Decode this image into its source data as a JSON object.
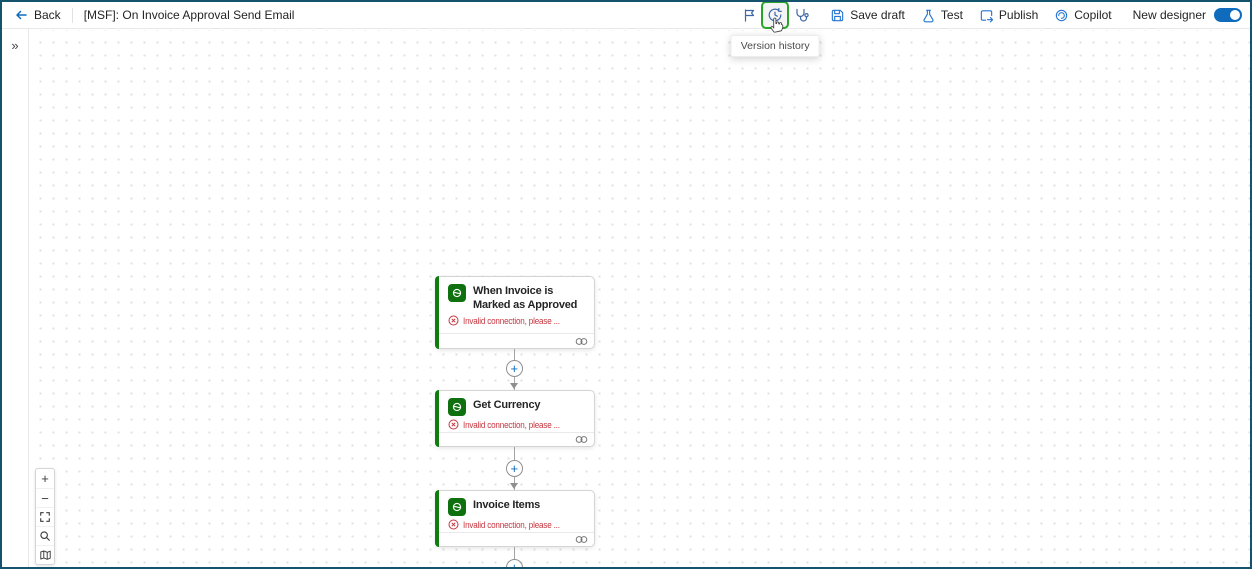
{
  "topbar": {
    "back_label": "Back",
    "flow_title": "[MSF]: On Invoice Approval Send Email",
    "save_draft_label": "Save draft",
    "test_label": "Test",
    "publish_label": "Publish",
    "copilot_label": "Copilot",
    "new_designer_label": "New designer",
    "new_designer_state": "on",
    "icon_buttons": [
      "feedback",
      "version-history",
      "flow-checker"
    ]
  },
  "tooltip": {
    "text": "Version history"
  },
  "rail": {
    "expand_glyph": "»"
  },
  "flow": {
    "add_glyph": "+",
    "nodes": [
      {
        "title": "When Invoice is Marked as Approved",
        "error": "Invalid connection, please ...",
        "icon": "dataverse"
      },
      {
        "title": "Get Currency",
        "error": "Invalid connection, please ...",
        "icon": "dataverse"
      },
      {
        "title": "Invoice Items",
        "error": "Invalid connection, please ...",
        "icon": "dataverse"
      }
    ]
  },
  "zoom_toolbar": {
    "zoom_in_glyph": "+",
    "zoom_out_glyph": "−",
    "items": [
      "zoom-in",
      "zoom-out",
      "fit-view",
      "search",
      "minimap"
    ]
  },
  "colors": {
    "accent_blue": "#0f6cbd",
    "node_green": "#107c10",
    "error_red": "#c4353f",
    "highlight_green": "#28a528",
    "frame_teal": "#14536b"
  }
}
